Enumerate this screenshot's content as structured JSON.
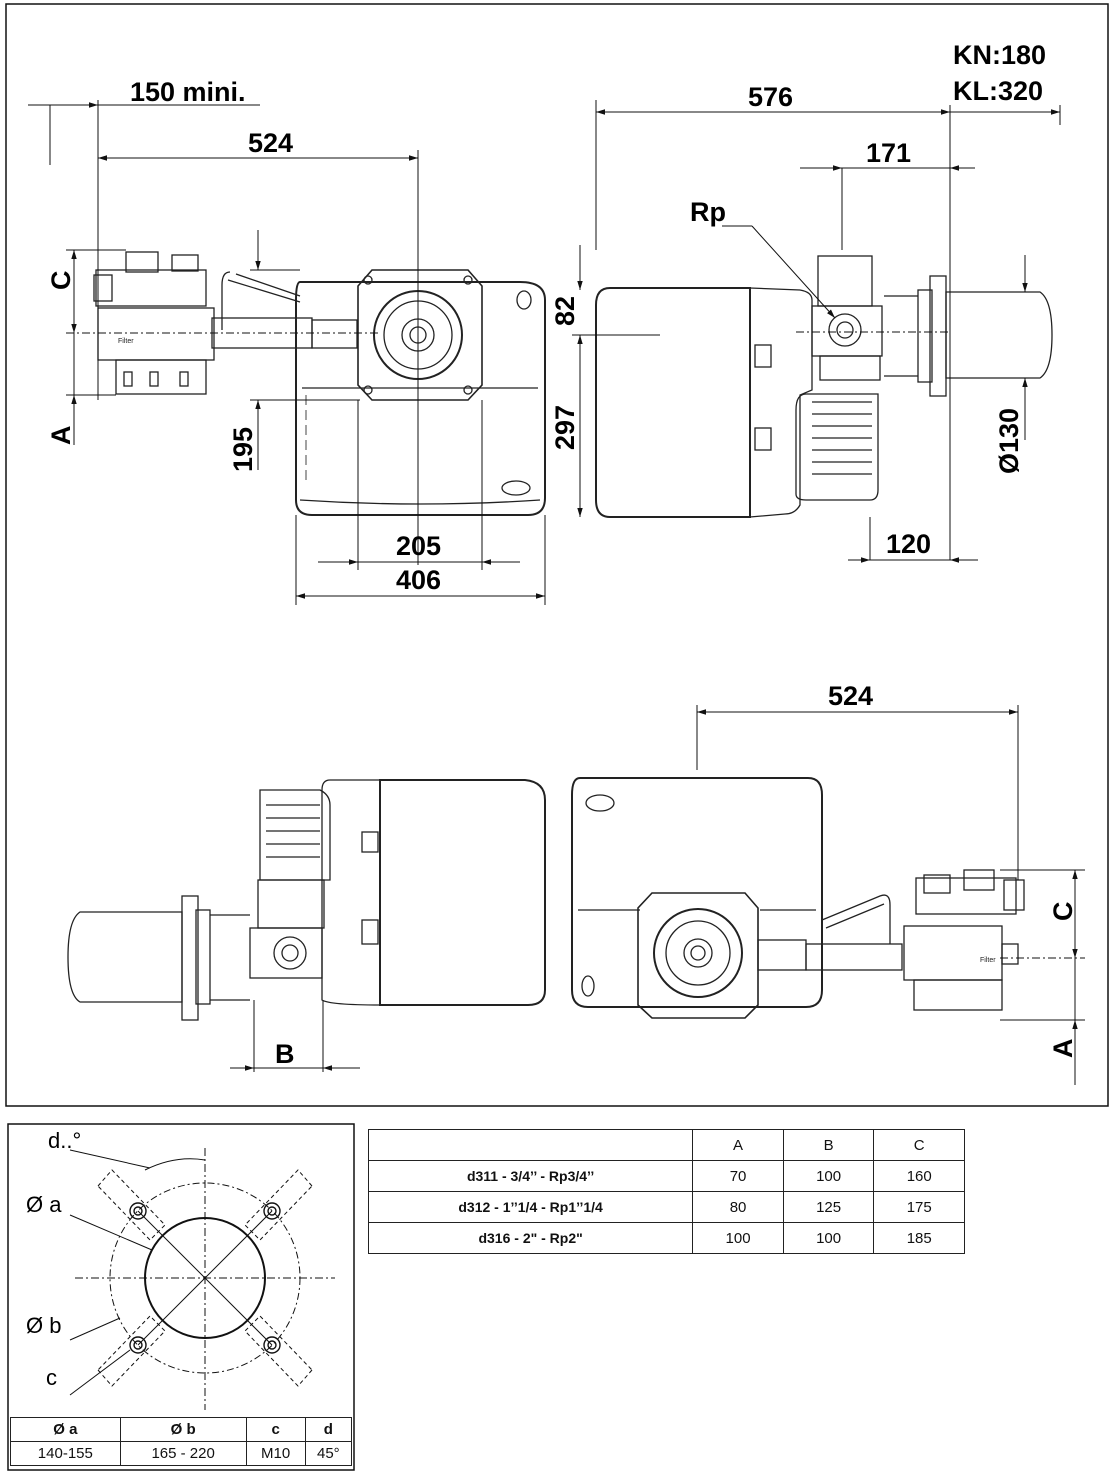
{
  "top_views": {
    "label_150_mini": "150 mini.",
    "label_524_left": "524",
    "label_C_left": "C",
    "label_A_left": "A",
    "label_195": "195",
    "label_205": "205",
    "label_406": "406",
    "label_82": "82",
    "label_297": "297",
    "label_576": "576",
    "label_KN": "KN:180",
    "label_KL": "KL:320",
    "label_171": "171",
    "label_Rp": "Rp",
    "label_D130": "Ø130",
    "label_120": "120",
    "burner_filter_text": "Filter"
  },
  "bottom_views": {
    "label_524": "524",
    "label_B": "B",
    "label_C": "C",
    "label_A": "A",
    "burner_filter_text": "Filter"
  },
  "flange_detail": {
    "label_d": "d..°",
    "label_a": "Ø a",
    "label_b": "Ø b",
    "label_c": "c",
    "table": {
      "headers": [
        "Ø a",
        "Ø b",
        "c",
        "d"
      ],
      "row": [
        "140-155",
        "165 - 220",
        "M10",
        "45°"
      ]
    }
  },
  "dimension_table": {
    "headers": [
      "",
      "A",
      "B",
      "C"
    ],
    "rows": [
      {
        "model": "d311 - 3/4’’ - Rp3/4’’",
        "A": "70",
        "B": "100",
        "C": "160"
      },
      {
        "model": "d312 - 1’’1/4 - Rp1’’1/4",
        "A": "80",
        "B": "125",
        "C": "175"
      },
      {
        "model": "d316 - 2\" - Rp2\"",
        "A": "100",
        "B": "100",
        "C": "185"
      }
    ]
  }
}
